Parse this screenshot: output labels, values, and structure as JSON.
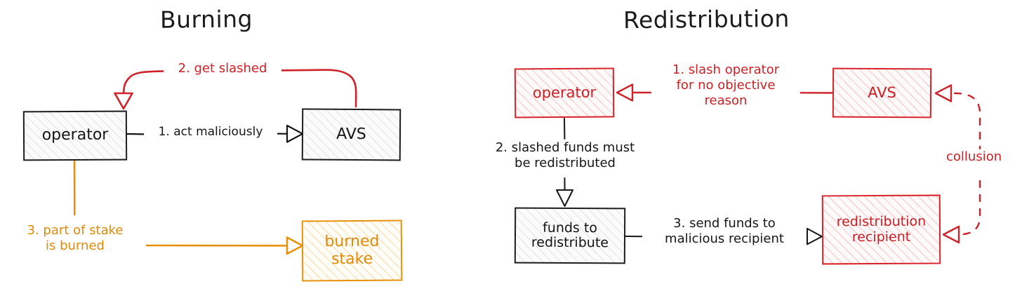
{
  "colors": {
    "ink": "#1d1d1d",
    "red": "#d8232a",
    "red_text": "#cb1d24",
    "orange": "#e8910c",
    "background": "#ffffff"
  },
  "panels": [
    {
      "id": "burning",
      "title": "Burning",
      "nodes": [
        {
          "id": "operator",
          "label": "operator",
          "style": "dark"
        },
        {
          "id": "avs",
          "label": "AVS",
          "style": "dark"
        },
        {
          "id": "burned-stake",
          "label": "burned\nstake",
          "style": "orange"
        }
      ],
      "edges": [
        {
          "id": "act-maliciously",
          "label": "1. act maliciously",
          "style": "dark",
          "from": "operator",
          "to": "avs"
        },
        {
          "id": "get-slashed",
          "label": "2. get slashed",
          "style": "red",
          "from": "avs",
          "to": "operator"
        },
        {
          "id": "part-of-stake",
          "label": "3. part of stake\nis burned",
          "style": "orange",
          "from": "operator",
          "to": "burned-stake"
        }
      ]
    },
    {
      "id": "redistribution",
      "title": "Redistribution",
      "nodes": [
        {
          "id": "operator",
          "label": "operator",
          "style": "red"
        },
        {
          "id": "avs",
          "label": "AVS",
          "style": "red"
        },
        {
          "id": "funds",
          "label": "funds to\nredistribute",
          "style": "dark"
        },
        {
          "id": "recipient",
          "label": "redistribution\nrecipient",
          "style": "red"
        }
      ],
      "edges": [
        {
          "id": "slash-operator",
          "label": "1. slash operator\nfor no objective\nreason",
          "style": "red",
          "from": "avs",
          "to": "operator"
        },
        {
          "id": "slashed-funds",
          "label": "2. slashed funds must\nbe redistributed",
          "style": "dark",
          "from": "operator",
          "to": "funds"
        },
        {
          "id": "send-funds",
          "label": "3. send funds to\nmalicious recipient",
          "style": "dark",
          "from": "funds",
          "to": "recipient"
        },
        {
          "id": "collusion",
          "label": "collusion",
          "style": "red",
          "dashed": true,
          "from": "avs",
          "to": "recipient"
        }
      ]
    }
  ]
}
